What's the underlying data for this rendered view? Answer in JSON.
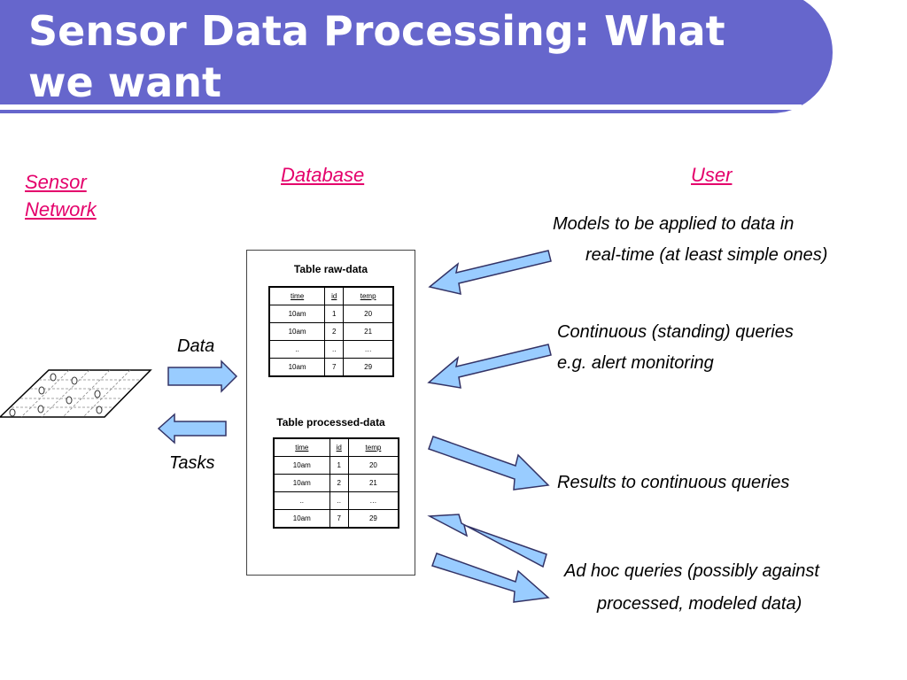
{
  "slide": {
    "title_line1": "Sensor Data Processing: What",
    "title_line2": "we want",
    "colors": {
      "title_bar": "#6666cc",
      "header_link": "#e4006b",
      "arrow_fill": "#99ccff",
      "arrow_stroke": "#333366"
    }
  },
  "headers": {
    "sensor_line1": "Sensor",
    "sensor_line2": "Network",
    "database": "Database",
    "user": "User"
  },
  "flows": {
    "data": "Data",
    "tasks": "Tasks"
  },
  "tables": [
    {
      "title": "Table raw-data",
      "columns": [
        "time",
        "id",
        "temp"
      ],
      "rows": [
        [
          "10am",
          "1",
          "20"
        ],
        [
          "10am",
          "2",
          "21"
        ],
        [
          "..",
          "..",
          "…"
        ],
        [
          "10am",
          "7",
          "29"
        ]
      ]
    },
    {
      "title": "Table processed-data",
      "columns": [
        "time",
        "id",
        "temp"
      ],
      "rows": [
        [
          "10am",
          "1",
          "20"
        ],
        [
          "10am",
          "2",
          "21"
        ],
        [
          "..",
          "..",
          "…"
        ],
        [
          "10am",
          "7",
          "29"
        ]
      ]
    }
  ],
  "user_items": {
    "models_line1": "Models to be applied to data in",
    "models_line2": "real-time (at least simple ones)",
    "continuous_line1": "Continuous (standing) queries",
    "continuous_line2": "e.g. alert monitoring",
    "results": "Results to continuous queries",
    "adhoc_line1": "Ad hoc queries (possibly against",
    "adhoc_line2": "processed, modeled data)"
  }
}
